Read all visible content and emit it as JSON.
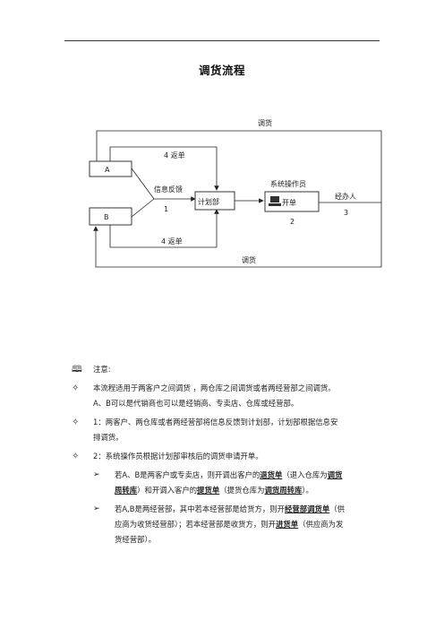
{
  "title": "调货流程",
  "diagram": {
    "top_label": "调货",
    "bottom_label": "调货",
    "return_label_top": "4 返单",
    "return_label_bottom": "4 返单",
    "node_a": "A",
    "node_b": "B",
    "feedback_label": "信息反馈",
    "step1": "1",
    "planning": "计划部",
    "operator_label": "系统操作员",
    "billing": "开单",
    "step2": "2",
    "handler_label": "经办人",
    "step3": "3"
  },
  "notes": {
    "header": "注意:",
    "bullets": [
      {
        "l1": "本流程适用于两客户之间调货 ，两仓库之间调货或者两经营部之间调货。",
        "l2": "A、B可以是代销商也可以是经销商、专卖店、仓库或经营部。"
      },
      {
        "l1": "1：两客户、两仓库或者两经营部将信息反馈到计划部，计划部根据信息安",
        "l2": "排调货。"
      },
      {
        "l1": "2：系统操作员根据计划部审核后的调货申请开单。"
      }
    ],
    "sub1": {
      "a": "若A、B是两客户或专卖店，则开调出客户的",
      "b": "退货单",
      "c": "（退入仓库为",
      "d": "调货",
      "e": "周转库",
      "f": "）和开调入客户的",
      "g": "提货单",
      "h": "（提货仓库为",
      "i": "调货周转库",
      "j": "）。"
    },
    "sub2": {
      "a": "若A,B是两经营部，其中若本经营部是给货方，则开",
      "b": "经营部调货单",
      "c": "（供",
      "d": "应商为收货经营部）；若本经营部是收货方，则开",
      "e": "进货单",
      "f": "（供应商为发",
      "g": "货经营部）。"
    }
  }
}
